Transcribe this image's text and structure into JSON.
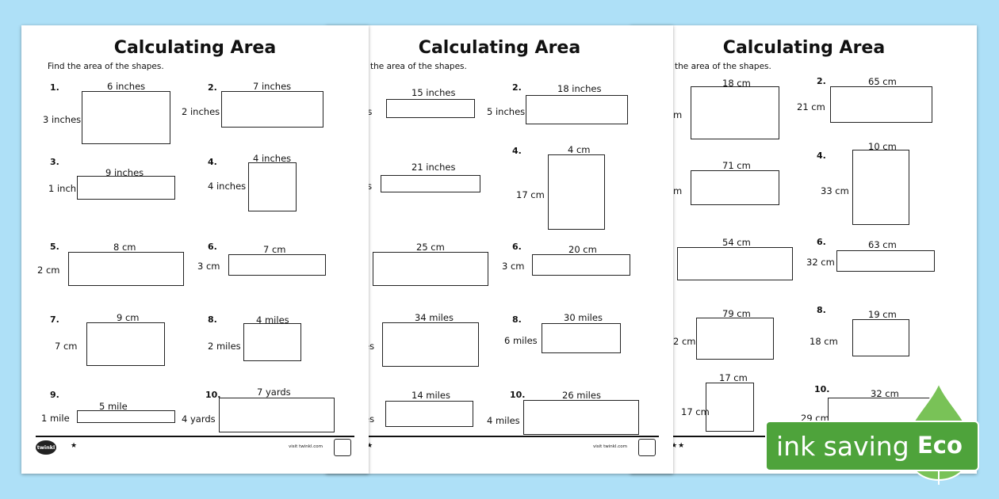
{
  "sheets": [
    {
      "title": "Calculating Area",
      "instructions": "Find the area of the shapes.",
      "stars": "★",
      "visit": "visit twinkl.com",
      "logo": "twinkl",
      "problems": [
        {
          "n": "1.",
          "top": "6 inches",
          "side": "3 inches"
        },
        {
          "n": "2.",
          "top": "7 inches",
          "side": "2 inches"
        },
        {
          "n": "3.",
          "top": "9 inches",
          "side": "1 inch"
        },
        {
          "n": "4.",
          "top": "4 inches",
          "side": "4 inches"
        },
        {
          "n": "5.",
          "top": "8 cm",
          "side": "2 cm"
        },
        {
          "n": "6.",
          "top": "7 cm",
          "side": "3 cm"
        },
        {
          "n": "7.",
          "top": "9 cm",
          "side": "7 cm"
        },
        {
          "n": "8.",
          "top": "4 miles",
          "side": "2 miles"
        },
        {
          "n": "9.",
          "top": "5 mile",
          "side": "1 mile"
        },
        {
          "n": "10.",
          "top": "7 yards",
          "side": "4 yards"
        }
      ]
    },
    {
      "title": "Calculating Area",
      "instructions": "the area of the shapes.",
      "stars": "★★",
      "visit": "visit twinkl.com",
      "problems": [
        {
          "n": "",
          "top": "15 inches",
          "side": "hes"
        },
        {
          "n": "2.",
          "top": "18 inches",
          "side": "5 inches"
        },
        {
          "n": "",
          "top": "21 inches",
          "side": "es"
        },
        {
          "n": "4.",
          "top": "4 cm",
          "side": "17 cm"
        },
        {
          "n": "",
          "top": "25 cm",
          "side": ""
        },
        {
          "n": "6.",
          "top": "20 cm",
          "side": "3 cm"
        },
        {
          "n": "",
          "top": "34 miles",
          "side": "es"
        },
        {
          "n": "8.",
          "top": "30 miles",
          "side": "6 miles"
        },
        {
          "n": "",
          "top": "14 miles",
          "side": "es"
        },
        {
          "n": "10.",
          "top": "26 miles",
          "side": "4 miles"
        }
      ]
    },
    {
      "title": "Calculating Area",
      "instructions": "the area of the shapes.",
      "stars": "★★★",
      "problems": [
        {
          "n": "",
          "top": "18 cm",
          "side": "m"
        },
        {
          "n": "2.",
          "top": "65 cm",
          "side": "21 cm"
        },
        {
          "n": "",
          "top": "71 cm",
          "side": "m"
        },
        {
          "n": "4.",
          "top": "10 cm",
          "side": "33 cm"
        },
        {
          "n": "",
          "top": "54 cm",
          "side": ""
        },
        {
          "n": "6.",
          "top": "63 cm",
          "side": "32 cm"
        },
        {
          "n": "",
          "top": "79 cm",
          "side": "2 cm"
        },
        {
          "n": "8.",
          "top": "19 cm",
          "side": "18 cm"
        },
        {
          "n": "",
          "top": "17 cm",
          "side": "17 cm"
        },
        {
          "n": "10.",
          "top": "32 cm",
          "side": "29 cm"
        }
      ]
    }
  ],
  "eco_banner": {
    "text": "ink saving",
    "word": "Eco",
    "color": "#4ea33b"
  }
}
